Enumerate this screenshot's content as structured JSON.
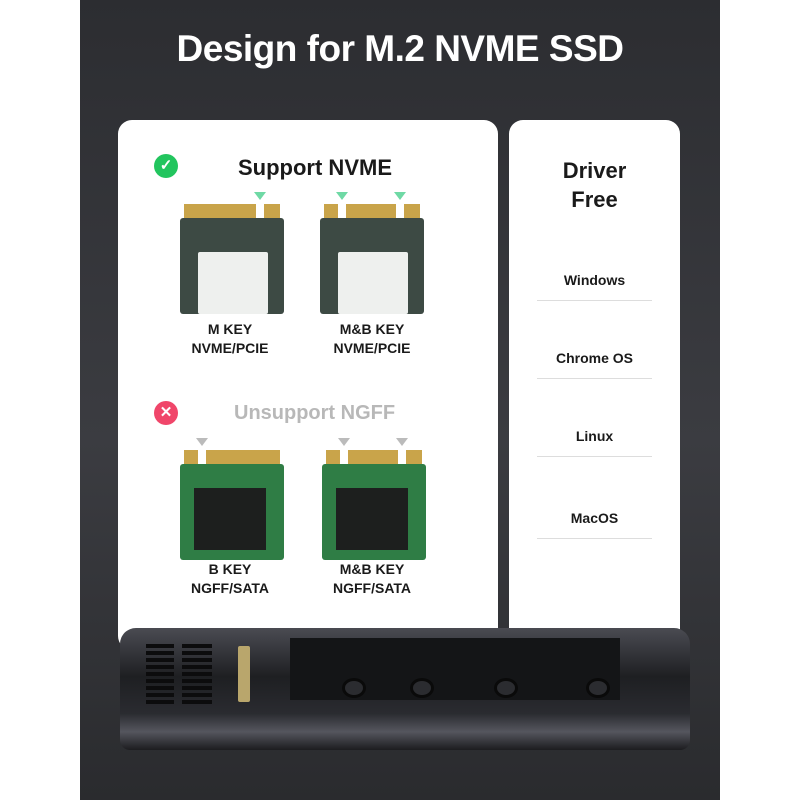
{
  "title": "Design for M.2 NVME SSD",
  "support": {
    "heading": "Support NVME",
    "icon": "check-icon",
    "color": "#22c55e",
    "items": [
      {
        "line1": "M KEY",
        "line2": "NVME/PCIE"
      },
      {
        "line1": "M&B KEY",
        "line2": "NVME/PCIE"
      }
    ]
  },
  "unsupport": {
    "heading": "Unsupport NGFF",
    "icon": "x-icon",
    "color": "#f0466a",
    "items": [
      {
        "line1": "B KEY",
        "line2": "NGFF/SATA"
      },
      {
        "line1": "M&B KEY",
        "line2": "NGFF/SATA"
      }
    ]
  },
  "driver": {
    "heading_line1": "Driver",
    "heading_line2": "Free",
    "os": [
      "Windows",
      "Chrome OS",
      "Linux",
      "MacOS"
    ]
  }
}
